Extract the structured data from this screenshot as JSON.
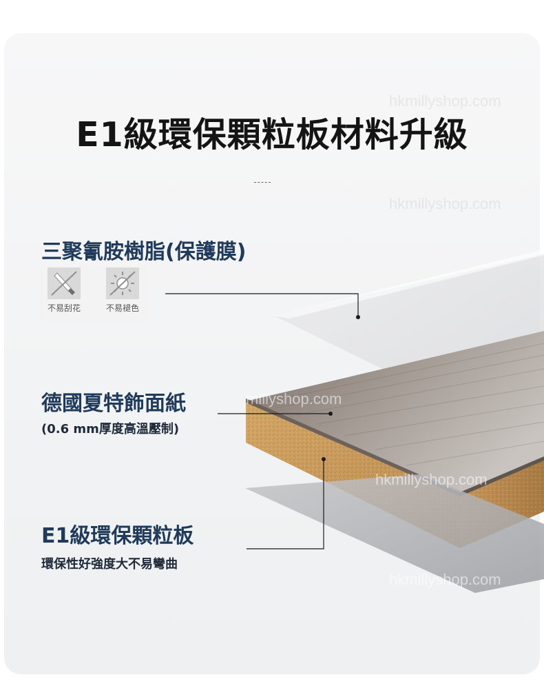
{
  "title": "E1級環保顆粒板材料升級",
  "layers": [
    {
      "name": "三聚氰胺樹脂(保護膜)",
      "features": [
        {
          "label": "不易刮花",
          "icon": "scratch-knife-icon"
        },
        {
          "label": "不易褪色",
          "icon": "sun-fade-icon"
        }
      ]
    },
    {
      "name": "德國夏特飾面紙",
      "sub": "(0.6 mm厚度高溫壓制)"
    },
    {
      "name": "E1級環保顆粒板",
      "sub": "環保性好強度大不易彎曲"
    }
  ],
  "watermarks": [
    "hkmillyshop.com",
    "hkmillyshop.com",
    "millyshop.com",
    "hkmillyshop.com",
    "hkmillyshop.com"
  ],
  "colors": {
    "title": "#141414",
    "label": "#1f3a5a",
    "cork": "#c99a5e",
    "wood": "#8a8079"
  }
}
